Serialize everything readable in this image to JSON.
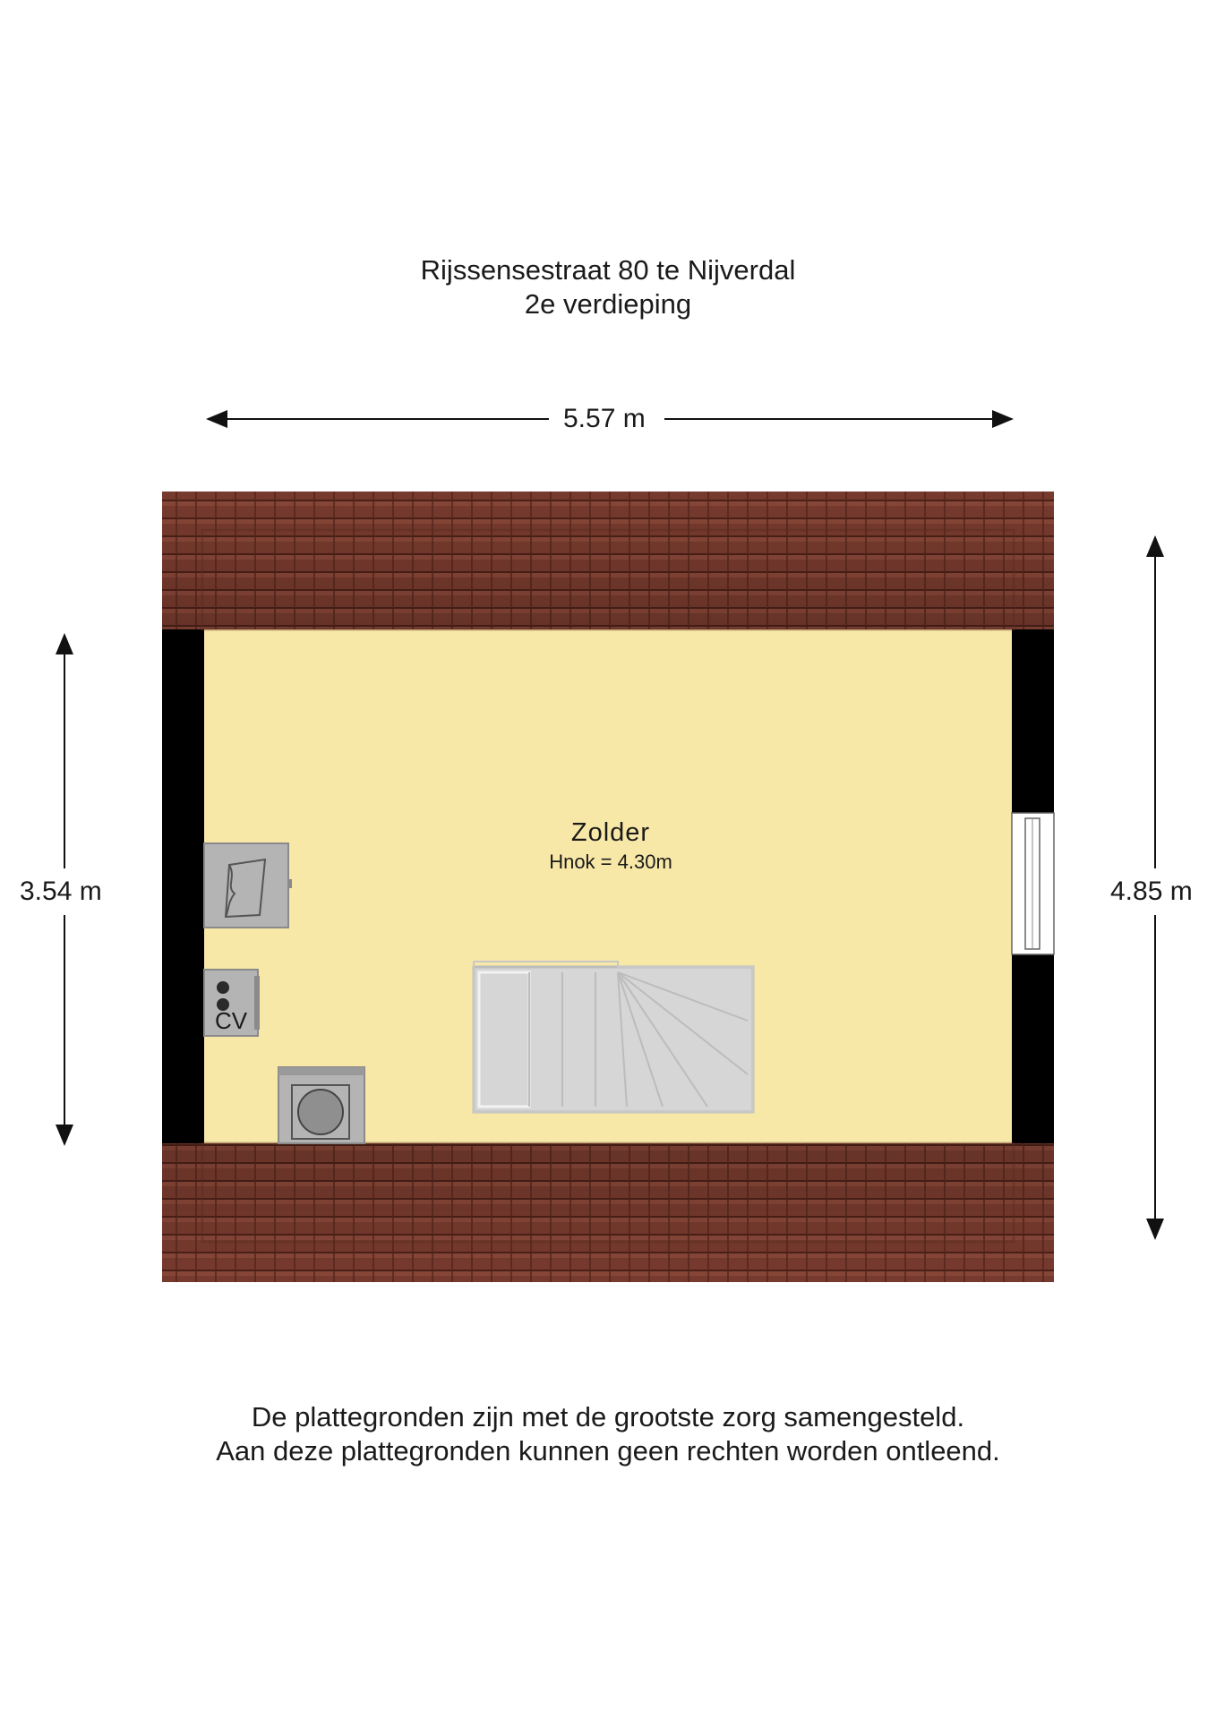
{
  "header": {
    "address": "Rijssensestraat 80 te Nijverdal",
    "floor": "2e verdieping"
  },
  "dimensions": {
    "width": "5.57 m",
    "left_height": "3.54 m",
    "right_height": "4.85 m"
  },
  "room": {
    "name": "Zolder",
    "ridge_height": "Hnok = 4.30m"
  },
  "fixtures": {
    "boiler_label": "CV"
  },
  "footer": {
    "line1": "De plattegronden zijn met de grootste zorg samengesteld.",
    "line2": "Aan deze plattegronden kunnen geen rechten worden ontleend."
  },
  "colors": {
    "floor": "#f8e8a8",
    "roof_tile": "#7a3b2e",
    "wall": "#000000",
    "fixture": "#b4b4b4"
  }
}
